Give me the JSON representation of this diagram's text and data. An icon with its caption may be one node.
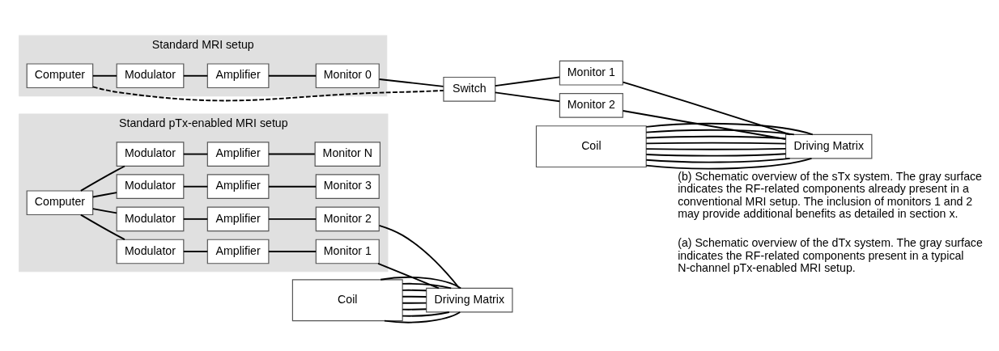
{
  "diagram": {
    "nodes": [
      {
        "text": [
          "Standard pTx-enabled MRI setup"
        ]
      },
      {
        "text": [
          "Computer"
        ],
        "in": 0
      },
      {
        "text": [
          "Modulator"
        ],
        "in": 0
      },
      {
        "text": [
          "Amplifier"
        ],
        "in": 0
      },
      {
        "text": [
          "Monitor 1"
        ],
        "in": 0
      },
      {
        "text": [
          "Modulator"
        ],
        "in": 0
      },
      {
        "text": [
          "Amplifier"
        ],
        "in": 0
      },
      {
        "text": [
          "Monitor 2"
        ],
        "in": 0
      },
      {
        "text": [
          "Modulator"
        ],
        "in": 0
      },
      {
        "text": [
          "Amplifier"
        ],
        "in": 0
      },
      {
        "text": [
          "Monitor 3"
        ],
        "in": 0
      },
      {
        "text": [
          "Modulator"
        ],
        "in": 0
      },
      {
        "text": [
          "Amplifier"
        ],
        "in": 0
      },
      {
        "text": [
          "Monitor N"
        ],
        "in": 0
      },
      {
        "text": [
          "Coil"
        ]
      },
      {
        "text": [
          "Driving Matrix"
        ]
      },
      {
        "text": [
          "Standard MRI setup"
        ]
      },
      {
        "text": [
          "Computer"
        ],
        "in": 16
      },
      {
        "text": [
          "Modulator"
        ],
        "in": 16
      },
      {
        "text": [
          "Amplifier"
        ],
        "in": 16
      },
      {
        "text": [
          "Monitor 0"
        ],
        "in": 16
      },
      {
        "text": [
          "Switch"
        ]
      },
      {
        "text": [
          "Monitor 1"
        ]
      },
      {
        "text": [
          "Monitor 2"
        ]
      },
      {
        "text": [
          "Coil"
        ]
      },
      {
        "text": [
          "Driving Matrix"
        ]
      }
    ],
    "edges": [
      {
        "from": 1,
        "to": 2,
        "arrow": "none"
      },
      {
        "from": 1,
        "to": 5,
        "arrow": "none"
      },
      {
        "from": 1,
        "to": 8,
        "arrow": "none"
      },
      {
        "from": 1,
        "to": 11,
        "arrow": "none"
      },
      {
        "from": 2,
        "to": 3,
        "arrow": "none"
      },
      {
        "from": 3,
        "to": 4,
        "arrow": "none"
      },
      {
        "from": 5,
        "to": 6,
        "arrow": "none"
      },
      {
        "from": 6,
        "to": 7,
        "arrow": "none"
      },
      {
        "from": 8,
        "to": 9,
        "arrow": "none"
      },
      {
        "from": 9,
        "to": 10,
        "arrow": "none"
      },
      {
        "from": 11,
        "to": 12,
        "arrow": "none"
      },
      {
        "from": 12,
        "to": 13,
        "arrow": "none"
      },
      {
        "from": 4,
        "to": 15,
        "arrow": "none"
      },
      {
        "from": 7,
        "to": 15,
        "arrow": "none"
      },
      {
        "from": 14,
        "to": 15,
        "arrow": "none"
      },
      {
        "from": 14,
        "to": 15,
        "arrow": "none"
      },
      {
        "from": 14,
        "to": 15,
        "arrow": "none"
      },
      {
        "from": 14,
        "to": 15,
        "arrow": "none"
      },
      {
        "from": 14,
        "to": 15,
        "arrow": "none"
      },
      {
        "from": 14,
        "to": 15,
        "arrow": "none"
      },
      {
        "from": 14,
        "to": 15,
        "arrow": "none"
      },
      {
        "from": 14,
        "to": 15,
        "arrow": "none"
      },
      {
        "from": 17,
        "to": 18,
        "arrow": "none"
      },
      {
        "from": 18,
        "to": 19,
        "arrow": "none"
      },
      {
        "from": 19,
        "to": 20,
        "arrow": "none"
      },
      {
        "from": 20,
        "to": 21,
        "arrow": "none"
      },
      {
        "from": 17,
        "to": 21,
        "arrow": "none",
        "style": "dashed"
      },
      {
        "from": 21,
        "to": 22,
        "arrow": "none"
      },
      {
        "from": 21,
        "to": 23,
        "arrow": "none"
      },
      {
        "from": 22,
        "to": 25,
        "arrow": "none"
      },
      {
        "from": 23,
        "to": 25,
        "arrow": "none"
      },
      {
        "from": 24,
        "to": 25,
        "arrow": "none"
      },
      {
        "from": 24,
        "to": 25,
        "arrow": "none"
      },
      {
        "from": 24,
        "to": 25,
        "arrow": "none"
      },
      {
        "from": 24,
        "to": 25,
        "arrow": "none"
      },
      {
        "from": 24,
        "to": 25,
        "arrow": "none"
      },
      {
        "from": 24,
        "to": 25,
        "arrow": "none"
      },
      {
        "from": 24,
        "to": 25,
        "arrow": "none"
      },
      {
        "from": 24,
        "to": 25,
        "arrow": "none"
      }
    ],
    "labels": [
      "(a) Schematic overview of the dTx system. The gray surface indicates the RF-related components present in a typical N-channel pTx-enabled MRI setup.",
      "(b) Schematic overview of the sTx system. The gray surface indicates the RF-related components already present in a conventional MRI setup. The inclusion of monitors 1 and 2 may provide additional benefits as detailed in section x."
    ]
  }
}
